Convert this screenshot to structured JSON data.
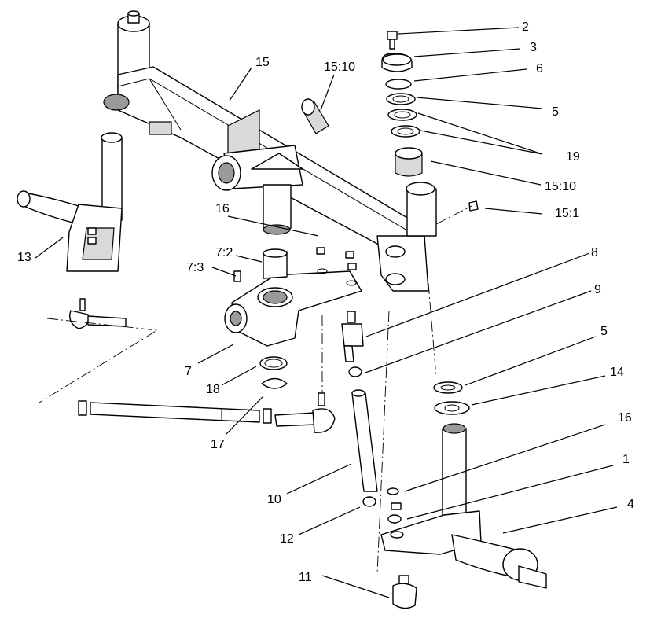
{
  "callouts": {
    "c2": "2",
    "c3": "3",
    "c6": "6",
    "c5a": "5",
    "c19": "19",
    "c1510a": "15:10",
    "c1510b": "15:10",
    "c151": "15:1",
    "c15": "15",
    "c16a": "16",
    "c13": "13",
    "c72": "7:2",
    "c73": "7:3",
    "c8": "8",
    "c9": "9",
    "c5b": "5",
    "c14": "14",
    "c7": "7",
    "c18": "18",
    "c17": "17",
    "c16b": "16",
    "c1": "1",
    "c4": "4",
    "c10": "10",
    "c12": "12",
    "c11": "11"
  }
}
